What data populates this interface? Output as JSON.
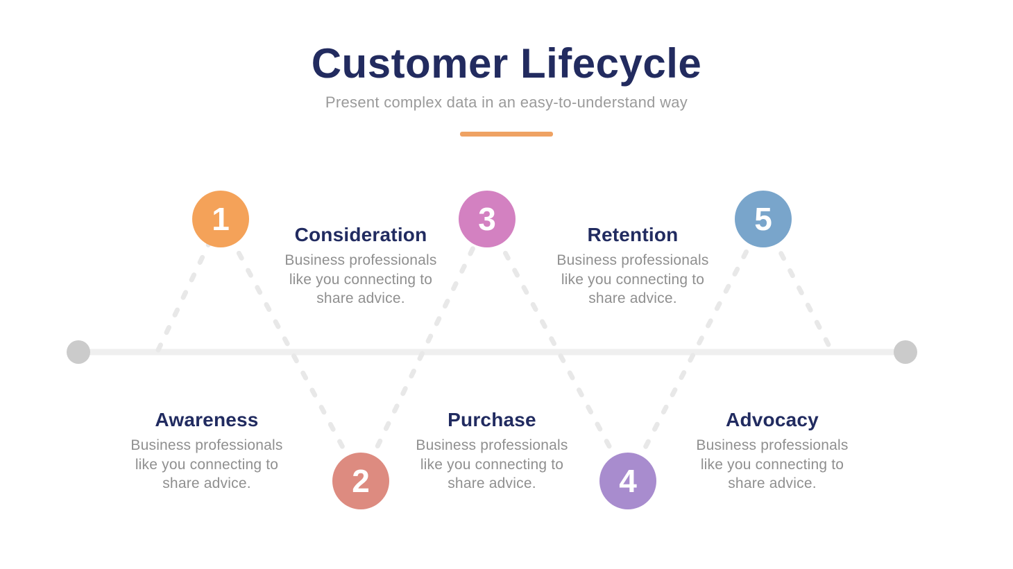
{
  "header": {
    "title": "Customer Lifecycle",
    "subtitle": "Present complex data in an easy-to-understand way",
    "title_color": "#222B5F",
    "divider_color": "#EFA263"
  },
  "colors": {
    "heading_navy": "#212B60",
    "body_gray": "#8F8F8F",
    "baseline_gray": "#EFEFEF",
    "endpoint_gray": "#CBCBCB",
    "connector_gray": "#E8E8E8"
  },
  "stages": [
    {
      "number": "1",
      "title": "Awareness",
      "description": "Business professionals like you connecting to share advice.",
      "circle_color": "#F4A259",
      "placement": "circle-above-line, text-below-line"
    },
    {
      "number": "2",
      "title": "Consideration",
      "description": "Business professionals like you connecting to share advice.",
      "circle_color": "#DD8B80",
      "placement": "circle-below-line, text-above-line"
    },
    {
      "number": "3",
      "title": "Purchase",
      "description": "Business professionals like you connecting to share advice.",
      "circle_color": "#D381C1",
      "placement": "circle-above-line, text-below-line"
    },
    {
      "number": "4",
      "title": "Retention",
      "description": "Business professionals like you connecting to share advice.",
      "circle_color": "#A88CCE",
      "placement": "circle-below-line, text-above-line"
    },
    {
      "number": "5",
      "title": "Advocacy",
      "description": "Business professionals like you connecting to share advice.",
      "circle_color": "#79A5CB",
      "placement": "circle-above-line, text-below-line"
    }
  ]
}
